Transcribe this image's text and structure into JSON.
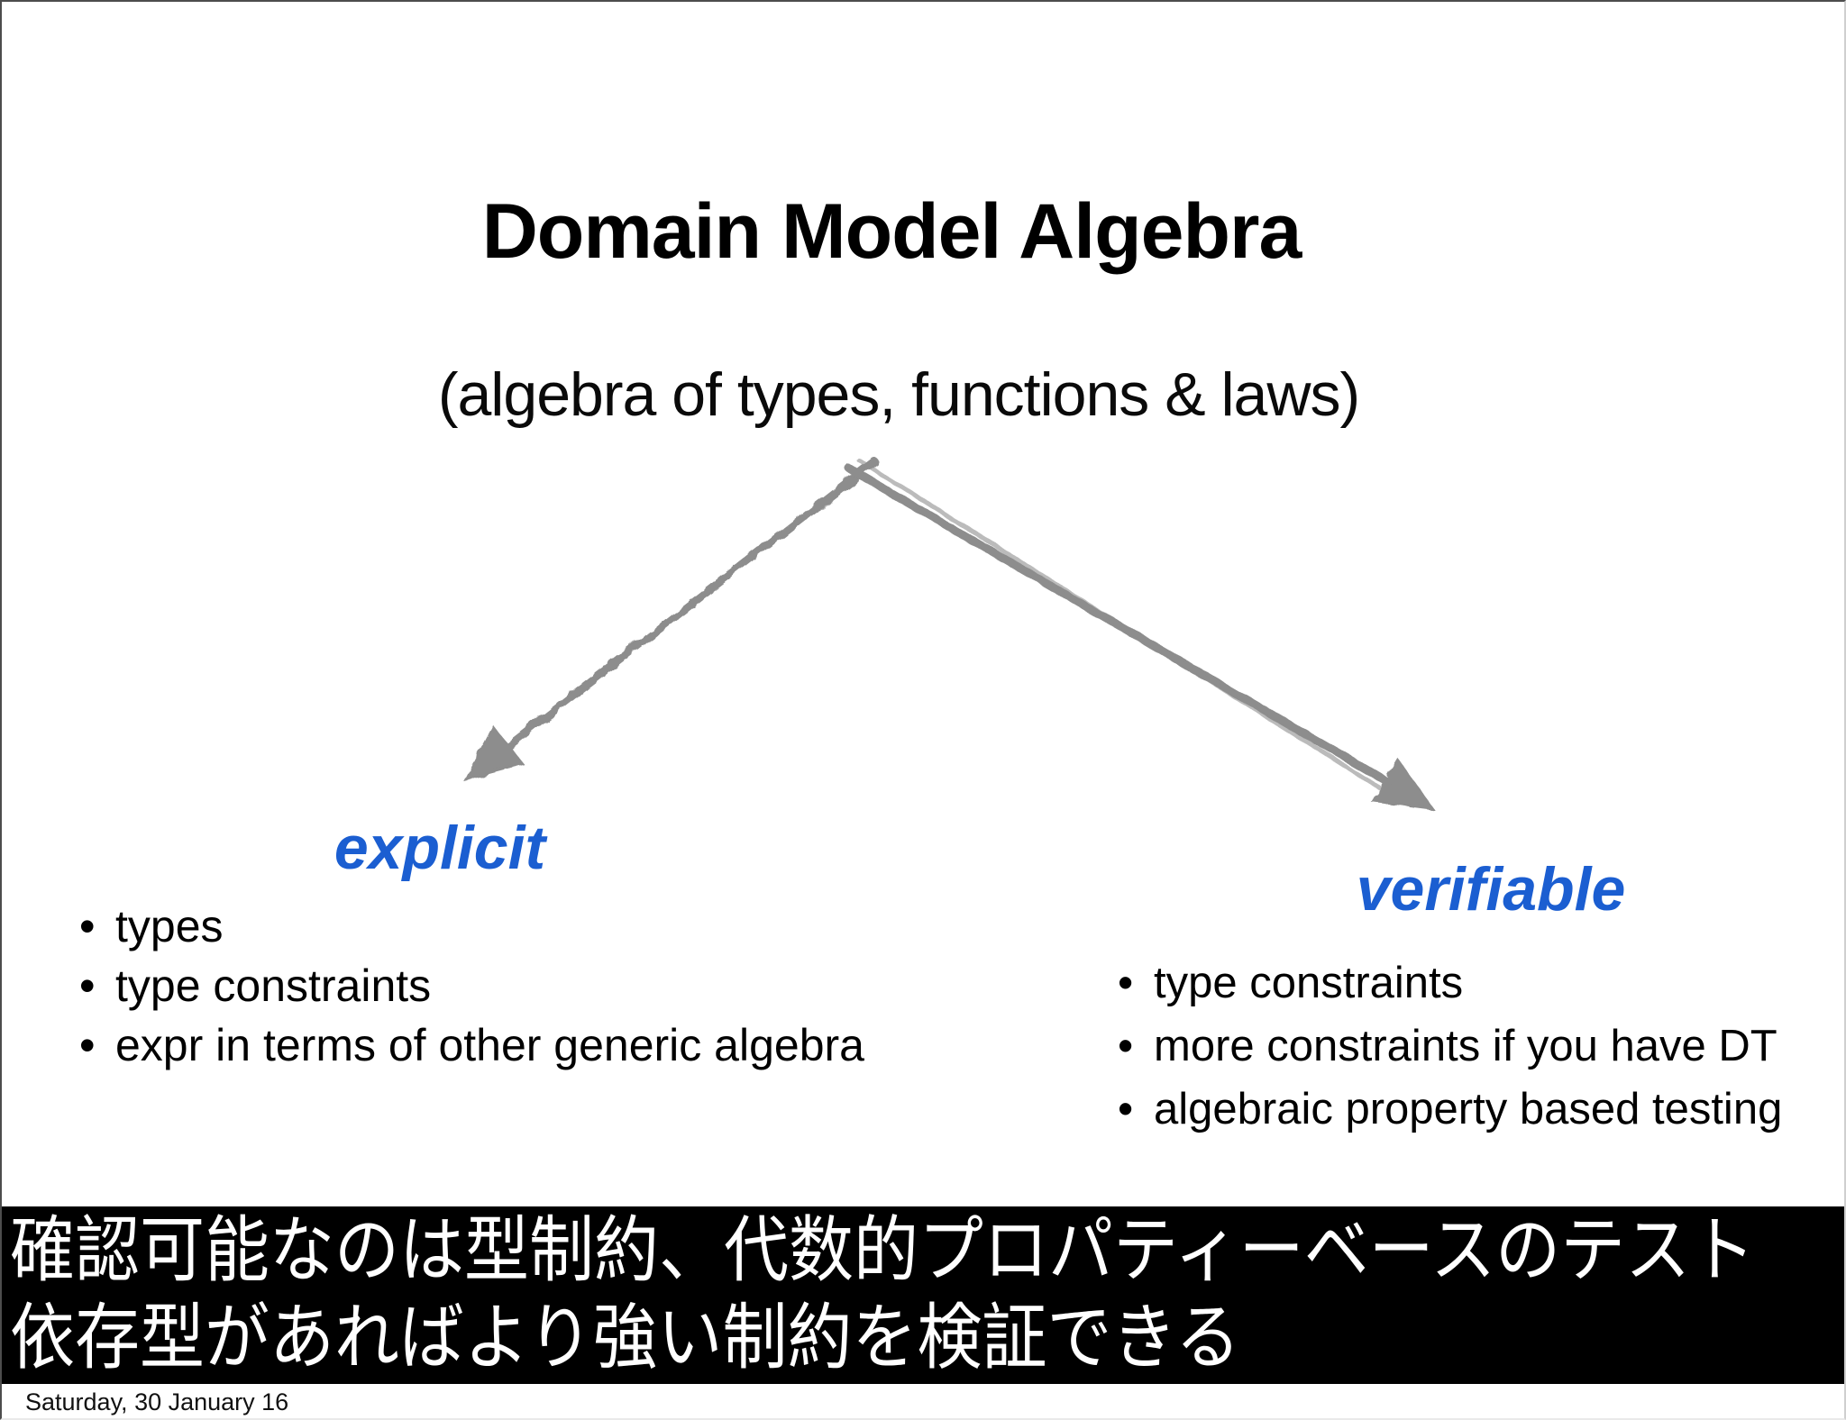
{
  "slide": {
    "title": "Domain Model Algebra",
    "subtitle": "(algebra of types, functions & laws)",
    "bullet_glyph": "•",
    "left_branch": {
      "label": "explicit",
      "bullets": [
        "types",
        "type constraints",
        "expr in terms of other generic algebra"
      ]
    },
    "right_branch": {
      "label": "verifiable",
      "bullets": [
        "type constraints",
        "more constraints if you have DT",
        "algebraic property based testing"
      ]
    },
    "caption_lines": [
      "確認可能なのは型制約、代数的プロパティーベースのテスト",
      "依存型があればより強い制約を検証できる"
    ],
    "footer": "Saturday, 30 January 16"
  },
  "colors": {
    "accent_blue": "#1b5ed1",
    "arrow_gray": "#8d8d8d",
    "caption_background": "#000000",
    "caption_text": "#ffffff",
    "body_text": "#000000",
    "page_background": "#ffffff"
  }
}
